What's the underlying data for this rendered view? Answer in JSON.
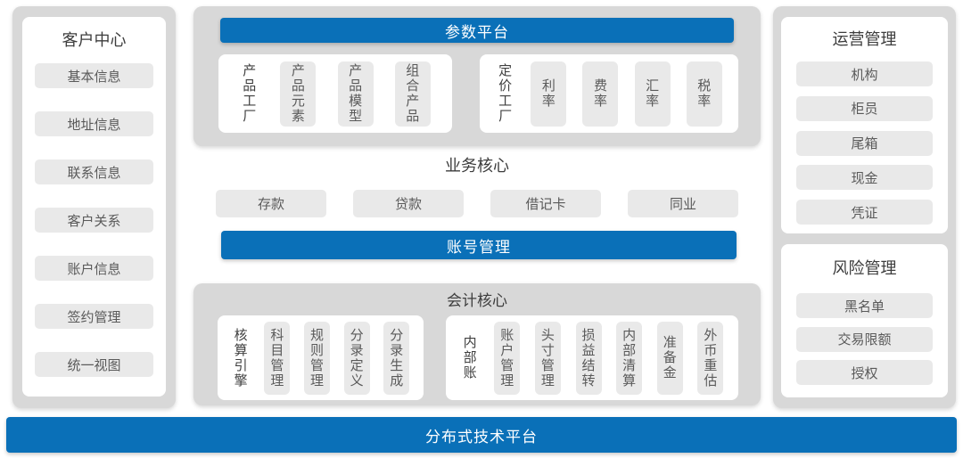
{
  "colors": {
    "accent_blue": "#0a70b8",
    "panel_gray": "#d8d8d8",
    "pill_gray": "#e9e9e9",
    "title_text": "#3d3d3d",
    "pill_text": "#5a5a5a"
  },
  "left_panel": {
    "title": "客户中心",
    "items": [
      "基本信息",
      "地址信息",
      "联系信息",
      "客户关系",
      "账户信息",
      "签约管理",
      "统一视图"
    ]
  },
  "param_platform": {
    "title": "参数平台",
    "groups": [
      {
        "label": "产品工厂",
        "items": [
          "产品元素",
          "产品模型",
          "组合产品"
        ]
      },
      {
        "label": "定价工厂",
        "items": [
          "利率",
          "费率",
          "汇率",
          "税率"
        ]
      }
    ]
  },
  "business_core": {
    "title": "业务核心",
    "items": [
      "存款",
      "贷款",
      "借记卡",
      "同业"
    ]
  },
  "account_management": {
    "title": "账号管理"
  },
  "accounting_core": {
    "title": "会计核心",
    "groups": [
      {
        "label": "核算引擎",
        "items": [
          "科目管理",
          "规则管理",
          "分录定义",
          "分录生成"
        ]
      },
      {
        "label": "内部账",
        "items": [
          "账户管理",
          "头寸管理",
          "损益结转",
          "内部清算",
          "准备金",
          "外币重估"
        ]
      }
    ]
  },
  "operations": {
    "title": "运营管理",
    "items": [
      "机构",
      "柜员",
      "尾箱",
      "现金",
      "凭证"
    ]
  },
  "risk": {
    "title": "风险管理",
    "items": [
      "黑名单",
      "交易限额",
      "授权"
    ]
  },
  "tech_platform": {
    "title": "分布式技术平台"
  }
}
